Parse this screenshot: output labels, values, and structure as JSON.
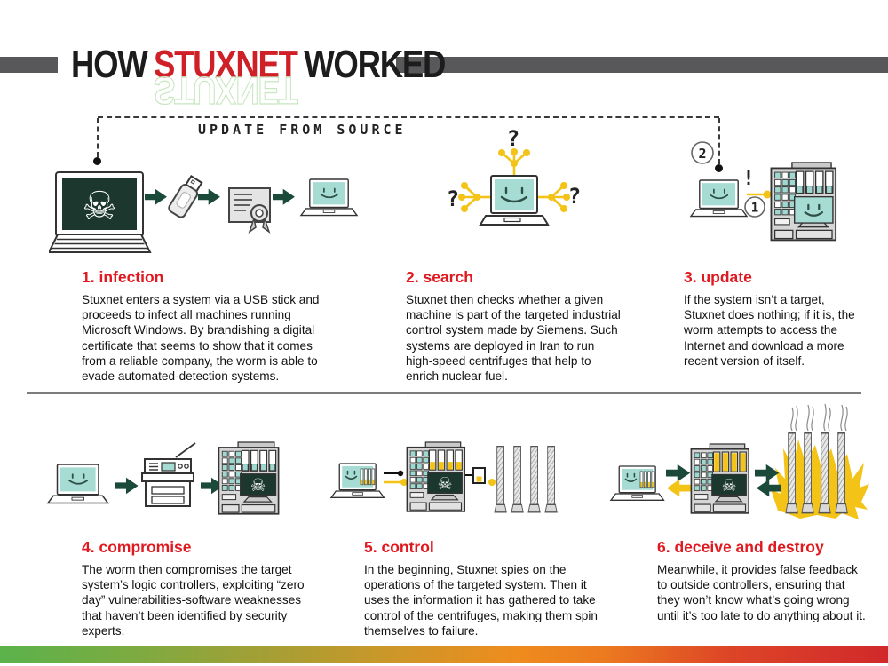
{
  "title": {
    "prefix": "HOW",
    "highlight": "STUXNET",
    "suffix": "WORKED"
  },
  "update_path_label": "UPDATE FROM SOURCE",
  "annotations": {
    "question_mark": "?",
    "exclamation": "!",
    "step_one": "1",
    "step_two": "2"
  },
  "icons": {
    "skull": "☠"
  },
  "steps": [
    {
      "heading": "1. infection",
      "body": "Stuxnet enters a system via a USB stick and proceeds to infect all machines running Microsoft Windows. By brandishing a digital certificate that seems to show that it comes from a reliable company, the worm is able to evade automated-detection systems."
    },
    {
      "heading": "2. search",
      "body": "Stuxnet then checks whether a given machine is part of the targeted industrial control system made by Siemens. Such systems are deployed in Iran to run high-speed centrifuges that help to enrich nuclear fuel."
    },
    {
      "heading": "3. update",
      "body": "If the system isn’t a target, Stuxnet does nothing; if it is, the worm attempts to access the Internet and download a more recent version of itself."
    },
    {
      "heading": "4. compromise",
      "body": "The worm then compromises the target system’s logic controllers, exploiting “zero day” vulnerabilities-software weaknesses that haven’t been identified by security experts."
    },
    {
      "heading": "5. control",
      "body": "In the beginning, Stuxnet spies on the operations of the targeted system. Then it uses the information it has gathered to take control of the centrifuges, making them spin themselves to failure."
    },
    {
      "heading": "6. deceive and destroy",
      "body": "Meanwhile, it provides false feedback to outside controllers, ensuring that they won’t know what’s going wrong until it’s too late to do anything about it."
    }
  ],
  "colors": {
    "accent_red": "#e0181f",
    "title_red": "#cf2027",
    "dark_screen": "#1b372e",
    "teal": "#a6dcd3",
    "arrow_green": "#1b4a3a",
    "yellow": "#f3c317",
    "bar_gray": "#58585a"
  }
}
